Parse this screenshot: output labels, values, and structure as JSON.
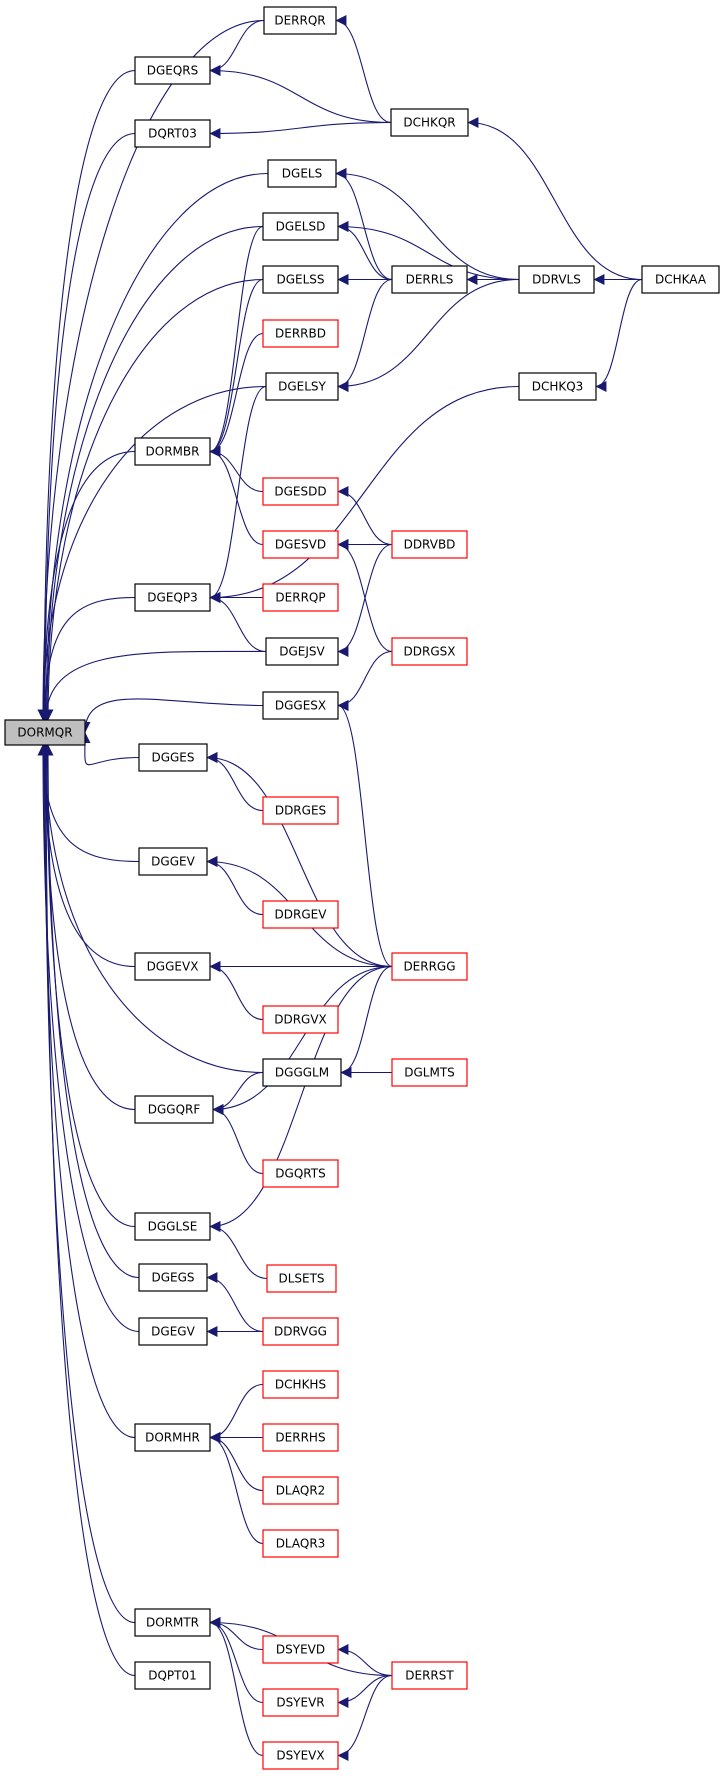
{
  "colors": {
    "edge": "#191970",
    "border_normal": "#000000",
    "border_red": "#ff0000",
    "fill_root": "#bfbfbf",
    "fill_normal": "#ffffff"
  },
  "nodes": {
    "DORMQR": {
      "label": "DORMQR",
      "kind": "root"
    },
    "DERRQR": {
      "label": "DERRQR",
      "kind": "normal"
    },
    "DGEQRS": {
      "label": "DGEQRS",
      "kind": "normal"
    },
    "DQRT03": {
      "label": "DQRT03",
      "kind": "normal"
    },
    "DCHKQR": {
      "label": "DCHKQR",
      "kind": "normal"
    },
    "DGELS": {
      "label": "DGELS",
      "kind": "normal"
    },
    "DGELSD": {
      "label": "DGELSD",
      "kind": "normal"
    },
    "DGELSS": {
      "label": "DGELSS",
      "kind": "normal"
    },
    "DERRLS": {
      "label": "DERRLS",
      "kind": "normal"
    },
    "DDRVLS": {
      "label": "DDRVLS",
      "kind": "normal"
    },
    "DCHKAA": {
      "label": "DCHKAA",
      "kind": "normal"
    },
    "DERRBD": {
      "label": "DERRBD",
      "kind": "red"
    },
    "DGELSY": {
      "label": "DGELSY",
      "kind": "normal"
    },
    "DCHKQ3": {
      "label": "DCHKQ3",
      "kind": "normal"
    },
    "DORMBR": {
      "label": "DORMBR",
      "kind": "normal"
    },
    "DGESDD": {
      "label": "DGESDD",
      "kind": "red"
    },
    "DGESVD": {
      "label": "DGESVD",
      "kind": "red"
    },
    "DDRVBD": {
      "label": "DDRVBD",
      "kind": "red"
    },
    "DGEQP3": {
      "label": "DGEQP3",
      "kind": "normal"
    },
    "DERRQP": {
      "label": "DERRQP",
      "kind": "red"
    },
    "DGEJSV": {
      "label": "DGEJSV",
      "kind": "normal"
    },
    "DDRGSX": {
      "label": "DDRGSX",
      "kind": "red"
    },
    "DGGESX": {
      "label": "DGGESX",
      "kind": "normal"
    },
    "DGGES": {
      "label": "DGGES",
      "kind": "normal"
    },
    "DDRGES": {
      "label": "DDRGES",
      "kind": "red"
    },
    "DGGEV": {
      "label": "DGGEV",
      "kind": "normal"
    },
    "DDRGEV": {
      "label": "DDRGEV",
      "kind": "red"
    },
    "DGGEVX": {
      "label": "DGGEVX",
      "kind": "normal"
    },
    "DERRGG": {
      "label": "DERRGG",
      "kind": "red"
    },
    "DDRGVX": {
      "label": "DDRGVX",
      "kind": "red"
    },
    "DGGGLM": {
      "label": "DGGGLM",
      "kind": "normal"
    },
    "DGLMTS": {
      "label": "DGLMTS",
      "kind": "red"
    },
    "DGGQRF": {
      "label": "DGGQRF",
      "kind": "normal"
    },
    "DGQRTS": {
      "label": "DGQRTS",
      "kind": "red"
    },
    "DGGLSE": {
      "label": "DGGLSE",
      "kind": "normal"
    },
    "DLSETS": {
      "label": "DLSETS",
      "kind": "red"
    },
    "DGEGS": {
      "label": "DGEGS",
      "kind": "normal"
    },
    "DGEGV": {
      "label": "DGEGV",
      "kind": "normal"
    },
    "DDRVGG": {
      "label": "DDRVGG",
      "kind": "red"
    },
    "DCHKHS": {
      "label": "DCHKHS",
      "kind": "red"
    },
    "DORMHR": {
      "label": "DORMHR",
      "kind": "normal"
    },
    "DERRHS": {
      "label": "DERRHS",
      "kind": "red"
    },
    "DLAQR2": {
      "label": "DLAQR2",
      "kind": "red"
    },
    "DLAQR3": {
      "label": "DLAQR3",
      "kind": "red"
    },
    "DORMTR": {
      "label": "DORMTR",
      "kind": "normal"
    },
    "DSYEVD": {
      "label": "DSYEVD",
      "kind": "red"
    },
    "DERRST": {
      "label": "DERRST",
      "kind": "red"
    },
    "DSYEVR": {
      "label": "DSYEVR",
      "kind": "red"
    },
    "DQPT01": {
      "label": "DQPT01",
      "kind": "normal"
    },
    "DSYEVX": {
      "label": "DSYEVX",
      "kind": "red"
    }
  },
  "edges": [
    {
      "from": "DERRQR",
      "to": "DORMQR"
    },
    {
      "from": "DGEQRS",
      "to": "DORMQR"
    },
    {
      "from": "DQRT03",
      "to": "DORMQR"
    },
    {
      "from": "DGELS",
      "to": "DORMQR"
    },
    {
      "from": "DGELSD",
      "to": "DORMQR"
    },
    {
      "from": "DGELSS",
      "to": "DORMQR"
    },
    {
      "from": "DGELSY",
      "to": "DORMQR"
    },
    {
      "from": "DORMBR",
      "to": "DORMQR"
    },
    {
      "from": "DGEQP3",
      "to": "DORMQR"
    },
    {
      "from": "DGEJSV",
      "to": "DORMQR"
    },
    {
      "from": "DGGESX",
      "to": "DORMQR"
    },
    {
      "from": "DGGES",
      "to": "DORMQR"
    },
    {
      "from": "DGGEV",
      "to": "DORMQR"
    },
    {
      "from": "DGGEVX",
      "to": "DORMQR"
    },
    {
      "from": "DGGGLM",
      "to": "DORMQR"
    },
    {
      "from": "DGGQRF",
      "to": "DORMQR"
    },
    {
      "from": "DGGLSE",
      "to": "DORMQR"
    },
    {
      "from": "DGEGS",
      "to": "DORMQR"
    },
    {
      "from": "DGEGV",
      "to": "DORMQR"
    },
    {
      "from": "DORMHR",
      "to": "DORMQR"
    },
    {
      "from": "DORMTR",
      "to": "DORMQR"
    },
    {
      "from": "DQPT01",
      "to": "DORMQR"
    },
    {
      "from": "DCHKQR",
      "to": "DERRQR"
    },
    {
      "from": "DERRQR",
      "to": "DGEQRS"
    },
    {
      "from": "DCHKQR",
      "to": "DGEQRS"
    },
    {
      "from": "DCHKQR",
      "to": "DQRT03"
    },
    {
      "from": "DCHKAA",
      "to": "DCHKQR"
    },
    {
      "from": "DERRLS",
      "to": "DGELS"
    },
    {
      "from": "DDRVLS",
      "to": "DGELS"
    },
    {
      "from": "DERRLS",
      "to": "DGELSD"
    },
    {
      "from": "DDRVLS",
      "to": "DGELSD"
    },
    {
      "from": "DERRLS",
      "to": "DGELSS"
    },
    {
      "from": "DDRVLS",
      "to": "DGELSS"
    },
    {
      "from": "DDRVLS",
      "to": "DERRLS"
    },
    {
      "from": "DCHKAA",
      "to": "DDRVLS"
    },
    {
      "from": "DERRLS",
      "to": "DGELSY"
    },
    {
      "from": "DDRVLS",
      "to": "DGELSY"
    },
    {
      "from": "DCHKAA",
      "to": "DCHKQ3"
    },
    {
      "from": "DGELSD",
      "to": "DORMBR"
    },
    {
      "from": "DGELSS",
      "to": "DORMBR"
    },
    {
      "from": "DERRBD",
      "to": "DORMBR"
    },
    {
      "from": "DGESDD",
      "to": "DORMBR"
    },
    {
      "from": "DGESVD",
      "to": "DORMBR"
    },
    {
      "from": "DDRVBD",
      "to": "DGESDD"
    },
    {
      "from": "DDRVBD",
      "to": "DGESVD"
    },
    {
      "from": "DDRGSX",
      "to": "DGESVD"
    },
    {
      "from": "DGELSY",
      "to": "DGEQP3"
    },
    {
      "from": "DCHKQ3",
      "to": "DGEQP3"
    },
    {
      "from": "DERRQP",
      "to": "DGEQP3"
    },
    {
      "from": "DGEJSV",
      "to": "DGEQP3"
    },
    {
      "from": "DDRVBD",
      "to": "DGEJSV"
    },
    {
      "from": "DDRGSX",
      "to": "DGGESX"
    },
    {
      "from": "DERRGG",
      "to": "DGGESX"
    },
    {
      "from": "DERRGG",
      "to": "DGGES"
    },
    {
      "from": "DDRGES",
      "to": "DGGES"
    },
    {
      "from": "DERRGG",
      "to": "DGGEV"
    },
    {
      "from": "DDRGEV",
      "to": "DGGEV"
    },
    {
      "from": "DERRGG",
      "to": "DGGEVX"
    },
    {
      "from": "DDRGVX",
      "to": "DGGEVX"
    },
    {
      "from": "DERRGG",
      "to": "DGGGLM"
    },
    {
      "from": "DGLMTS",
      "to": "DGGGLM"
    },
    {
      "from": "DGGGLM",
      "to": "DGGQRF"
    },
    {
      "from": "DERRGG",
      "to": "DGGQRF"
    },
    {
      "from": "DGQRTS",
      "to": "DGGQRF"
    },
    {
      "from": "DERRGG",
      "to": "DGGLSE"
    },
    {
      "from": "DLSETS",
      "to": "DGGLSE"
    },
    {
      "from": "DDRVGG",
      "to": "DGEGS"
    },
    {
      "from": "DDRVGG",
      "to": "DGEGV"
    },
    {
      "from": "DCHKHS",
      "to": "DORMHR"
    },
    {
      "from": "DERRHS",
      "to": "DORMHR"
    },
    {
      "from": "DLAQR2",
      "to": "DORMHR"
    },
    {
      "from": "DLAQR3",
      "to": "DORMHR"
    },
    {
      "from": "DERRST",
      "to": "DORMTR"
    },
    {
      "from": "DSYEVD",
      "to": "DORMTR"
    },
    {
      "from": "DSYEVR",
      "to": "DORMTR"
    },
    {
      "from": "DSYEVX",
      "to": "DORMTR"
    },
    {
      "from": "DERRST",
      "to": "DSYEVD"
    },
    {
      "from": "DERRST",
      "to": "DSYEVR"
    },
    {
      "from": "DERRST",
      "to": "DSYEVX"
    }
  ]
}
